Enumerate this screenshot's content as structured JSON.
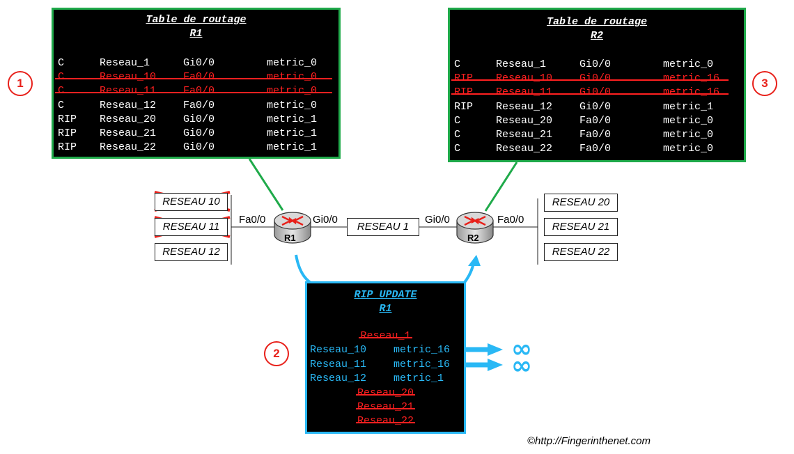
{
  "r1_table": {
    "title": "Table de routage",
    "router": "R1",
    "rows": [
      {
        "type": "C",
        "net": "Reseau_1",
        "iface": "Gi0/0",
        "metric": "metric_0",
        "struck": false
      },
      {
        "type": "C",
        "net": "Reseau_10",
        "iface": "Fa0/0",
        "metric": "metric_0",
        "struck": true
      },
      {
        "type": "C",
        "net": "Reseau_11",
        "iface": "Fa0/0",
        "metric": "metric_0",
        "struck": true
      },
      {
        "type": "C",
        "net": "Reseau_12",
        "iface": "Fa0/0",
        "metric": "metric_0",
        "struck": false
      },
      {
        "type": "RIP",
        "net": "Reseau_20",
        "iface": "Gi0/0",
        "metric": "metric_1",
        "struck": false
      },
      {
        "type": "RIP",
        "net": "Reseau_21",
        "iface": "Gi0/0",
        "metric": "metric_1",
        "struck": false
      },
      {
        "type": "RIP",
        "net": "Reseau_22",
        "iface": "Gi0/0",
        "metric": "metric_1",
        "struck": false
      }
    ]
  },
  "r2_table": {
    "title": "Table de routage",
    "router": "R2",
    "rows": [
      {
        "type": "C",
        "net": "Reseau_1",
        "iface": "Gi0/0",
        "metric": "metric_0",
        "struck": false
      },
      {
        "type": "RIP",
        "net": "Reseau_10",
        "iface": "Gi0/0",
        "metric": "metric_16",
        "struck": true
      },
      {
        "type": "RIP",
        "net": "Reseau_11",
        "iface": "Gi0/0",
        "metric": "metric_16",
        "struck": true
      },
      {
        "type": "RIP",
        "net": "Reseau_12",
        "iface": "Gi0/0",
        "metric": "metric_1",
        "struck": false
      },
      {
        "type": "C",
        "net": "Reseau_20",
        "iface": "Fa0/0",
        "metric": "metric_0",
        "struck": false
      },
      {
        "type": "C",
        "net": "Reseau_21",
        "iface": "Fa0/0",
        "metric": "metric_0",
        "struck": false
      },
      {
        "type": "C",
        "net": "Reseau_22",
        "iface": "Fa0/0",
        "metric": "metric_0",
        "struck": false
      }
    ]
  },
  "rip_update": {
    "title": "RIP UPDATE",
    "router": "R1",
    "rows": [
      {
        "net": "Reseau_1",
        "metric": "",
        "struck": true
      },
      {
        "net": "Reseau_10",
        "metric": "metric_16",
        "struck": false
      },
      {
        "net": "Reseau_11",
        "metric": "metric_16",
        "struck": false
      },
      {
        "net": "Reseau_12",
        "metric": "metric_1",
        "struck": false
      },
      {
        "net": "Reseau_20",
        "metric": "",
        "struck": true
      },
      {
        "net": "Reseau_21",
        "metric": "",
        "struck": true
      },
      {
        "net": "Reseau_22",
        "metric": "",
        "struck": true
      }
    ],
    "infinity_symbol": "∞"
  },
  "badges": {
    "one": "1",
    "two": "2",
    "three": "3"
  },
  "networks": {
    "left": [
      "RESEAU 10",
      "RESEAU 11",
      "RESEAU 12"
    ],
    "center": "RESEAU 1",
    "right": [
      "RESEAU 20",
      "RESEAU 21",
      "RESEAU 22"
    ]
  },
  "routers": {
    "r1": "R1",
    "r2": "R2"
  },
  "interfaces": {
    "r1_fa": "Fa0/0",
    "r1_gi": "Gi0/0",
    "r2_gi": "Gi0/0",
    "r2_fa": "Fa0/0"
  },
  "copyright": "©http://Fingerinthenet.com",
  "colors": {
    "green": "#1faa4a",
    "blue": "#29b8f5",
    "red": "#e8201a"
  }
}
